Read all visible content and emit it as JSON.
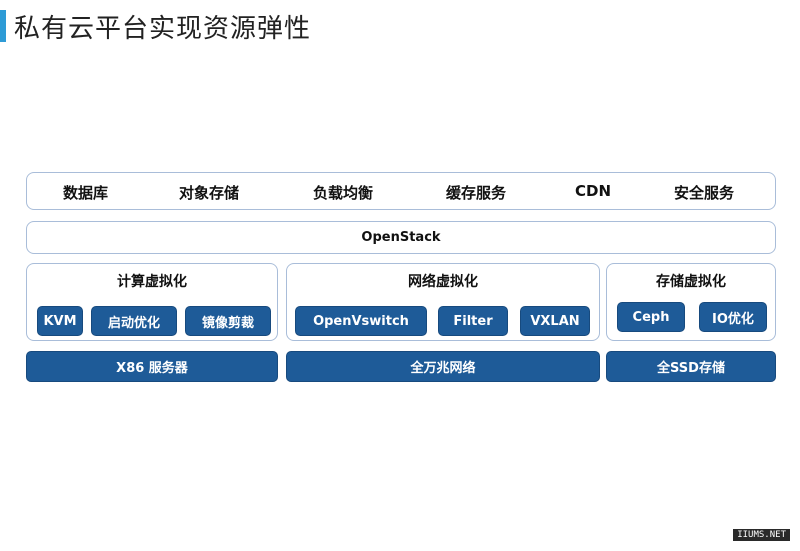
{
  "title": "私有云平台实现资源弹性",
  "services": [
    "数据库",
    "对象存储",
    "负载均衡",
    "缓存服务",
    "CDN",
    "安全服务"
  ],
  "openstack_label": "OpenStack",
  "compute": {
    "title": "计算虚拟化",
    "items": [
      "KVM",
      "启动优化",
      "镜像剪裁"
    ],
    "base": "X86 服务器"
  },
  "network": {
    "title": "网络虚拟化",
    "items": [
      "OpenVswitch",
      "Filter",
      "VXLAN"
    ],
    "base": "全万兆网络"
  },
  "storage": {
    "title": "存储虚拟化",
    "items": [
      "Ceph",
      "IO优化"
    ],
    "base": "全SSD存储"
  },
  "watermark": "IIUMS.NET",
  "colors": {
    "accent": "#2e9bd6",
    "block": "#1e5b98",
    "border": "#a9bdd9"
  }
}
